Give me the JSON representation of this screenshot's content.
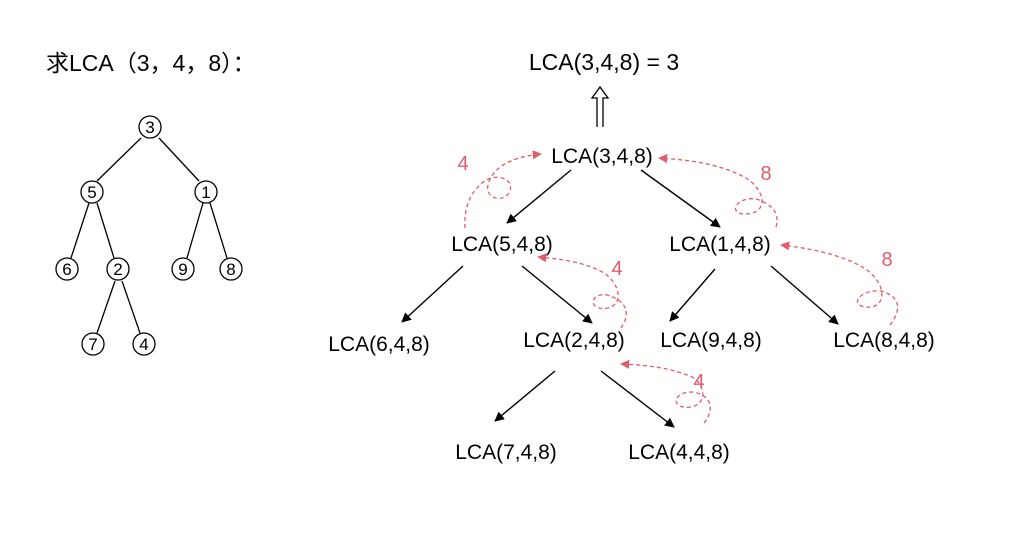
{
  "colors": {
    "annotation": "#e05c6a",
    "ink": "#000000",
    "background": "#ffffff"
  },
  "problem": {
    "title": "求LCA（3，4，8）："
  },
  "tree": {
    "nodes": {
      "n3": "3",
      "n5": "5",
      "n1": "1",
      "n6": "6",
      "n2": "2",
      "n9": "9",
      "n8": "8",
      "n7": "7",
      "n4": "4"
    },
    "edges": [
      [
        "n3",
        "n5"
      ],
      [
        "n3",
        "n1"
      ],
      [
        "n5",
        "n6"
      ],
      [
        "n5",
        "n2"
      ],
      [
        "n1",
        "n9"
      ],
      [
        "n1",
        "n8"
      ],
      [
        "n2",
        "n7"
      ],
      [
        "n2",
        "n4"
      ]
    ]
  },
  "recursion": {
    "result": "LCA(3,4,8) = 3",
    "calls": {
      "root": "LCA(3,4,8)",
      "c5": "LCA(5,4,8)",
      "c1": "LCA(1,4,8)",
      "c6": "LCA(6,4,8)",
      "c2": "LCA(2,4,8)",
      "c9": "LCA(9,4,8)",
      "c8": "LCA(8,4,8)",
      "c7": "LCA(7,4,8)",
      "c4": "LCA(4,4,8)"
    },
    "edges": [
      [
        "root",
        "c5"
      ],
      [
        "root",
        "c1"
      ],
      [
        "c5",
        "c6"
      ],
      [
        "c5",
        "c2"
      ],
      [
        "c1",
        "c9"
      ],
      [
        "c1",
        "c8"
      ],
      [
        "c2",
        "c7"
      ],
      [
        "c2",
        "c4"
      ]
    ],
    "returns": {
      "r_c4_c2": "4",
      "r_c2_c5": "4",
      "r_c5_root": "4",
      "r_c8_c1": "8",
      "r_c1_root": "8"
    }
  }
}
